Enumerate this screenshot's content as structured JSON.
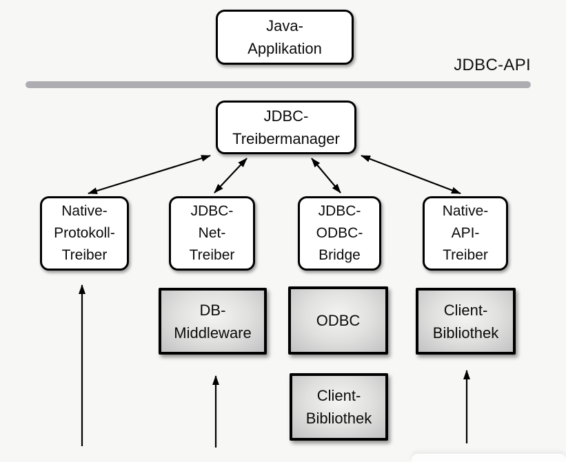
{
  "diagram": {
    "api_label": "JDBC-API",
    "nodes": {
      "java_app": {
        "label": "Java-\nApplikation"
      },
      "treibermanager": {
        "label": "JDBC-\nTreibermanager"
      },
      "native_protokoll": {
        "label": "Native-\nProtokoll-\nTreiber"
      },
      "jdbc_net": {
        "label": "JDBC-\nNet-\nTreiber"
      },
      "jdbc_odbc": {
        "label": "JDBC-\nODBC-\nBridge"
      },
      "native_api": {
        "label": "Native-\nAPI-\nTreiber"
      },
      "db_middleware": {
        "label": "DB-\nMiddleware"
      },
      "odbc": {
        "label": "ODBC"
      },
      "client_bib_mid": {
        "label": "Client-\nBibliothek"
      },
      "client_bib_right": {
        "label": "Client-\nBibliothek"
      }
    },
    "edges": [
      "treibermanager <-> native_protokoll",
      "treibermanager <-> jdbc_net",
      "treibermanager <-> jdbc_odbc",
      "treibermanager <-> native_api",
      "bottom -> native_protokoll",
      "bottom -> db_middleware",
      "bottom -> client_bib_right"
    ],
    "colors": {
      "background": "#f7f7f6",
      "api_bar": "#aeaeb2",
      "box_fill_white": "#ffffff",
      "box_border": "#000000",
      "gray_box_light": "#f4f4f3",
      "gray_box_dark": "#c2c2c3",
      "text": "#0a0a0a"
    }
  }
}
